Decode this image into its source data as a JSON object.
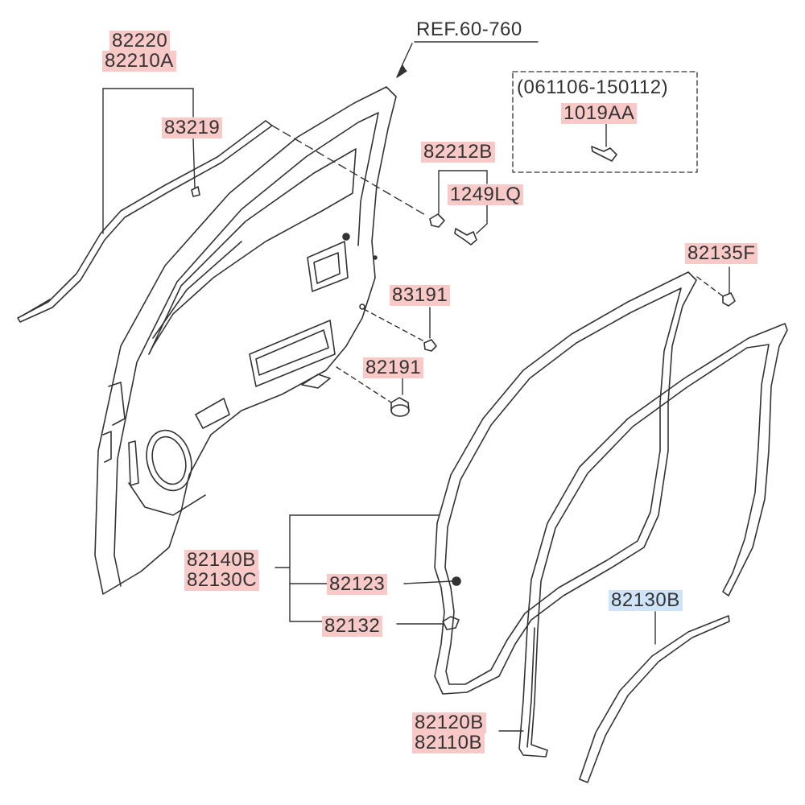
{
  "ref_label": "REF.60-760",
  "date_range": "(061106-150112)",
  "colors": {
    "part_highlight": "#f8c9c6",
    "selected_highlight": "#cfe4f8",
    "line": "#333333"
  },
  "parts": {
    "p82220": "82220",
    "p82210A": "82210A",
    "p83219": "83219",
    "p82212B": "82212B",
    "p1249LQ": "1249LQ",
    "p1019AA": "1019AA",
    "p82135F": "82135F",
    "p83191": "83191",
    "p82191": "82191",
    "p82140B": "82140B",
    "p82130C": "82130C",
    "p82123": "82123",
    "p82132": "82132",
    "p82130B": "82130B",
    "p82120B": "82120B",
    "p82110B": "82110B"
  }
}
